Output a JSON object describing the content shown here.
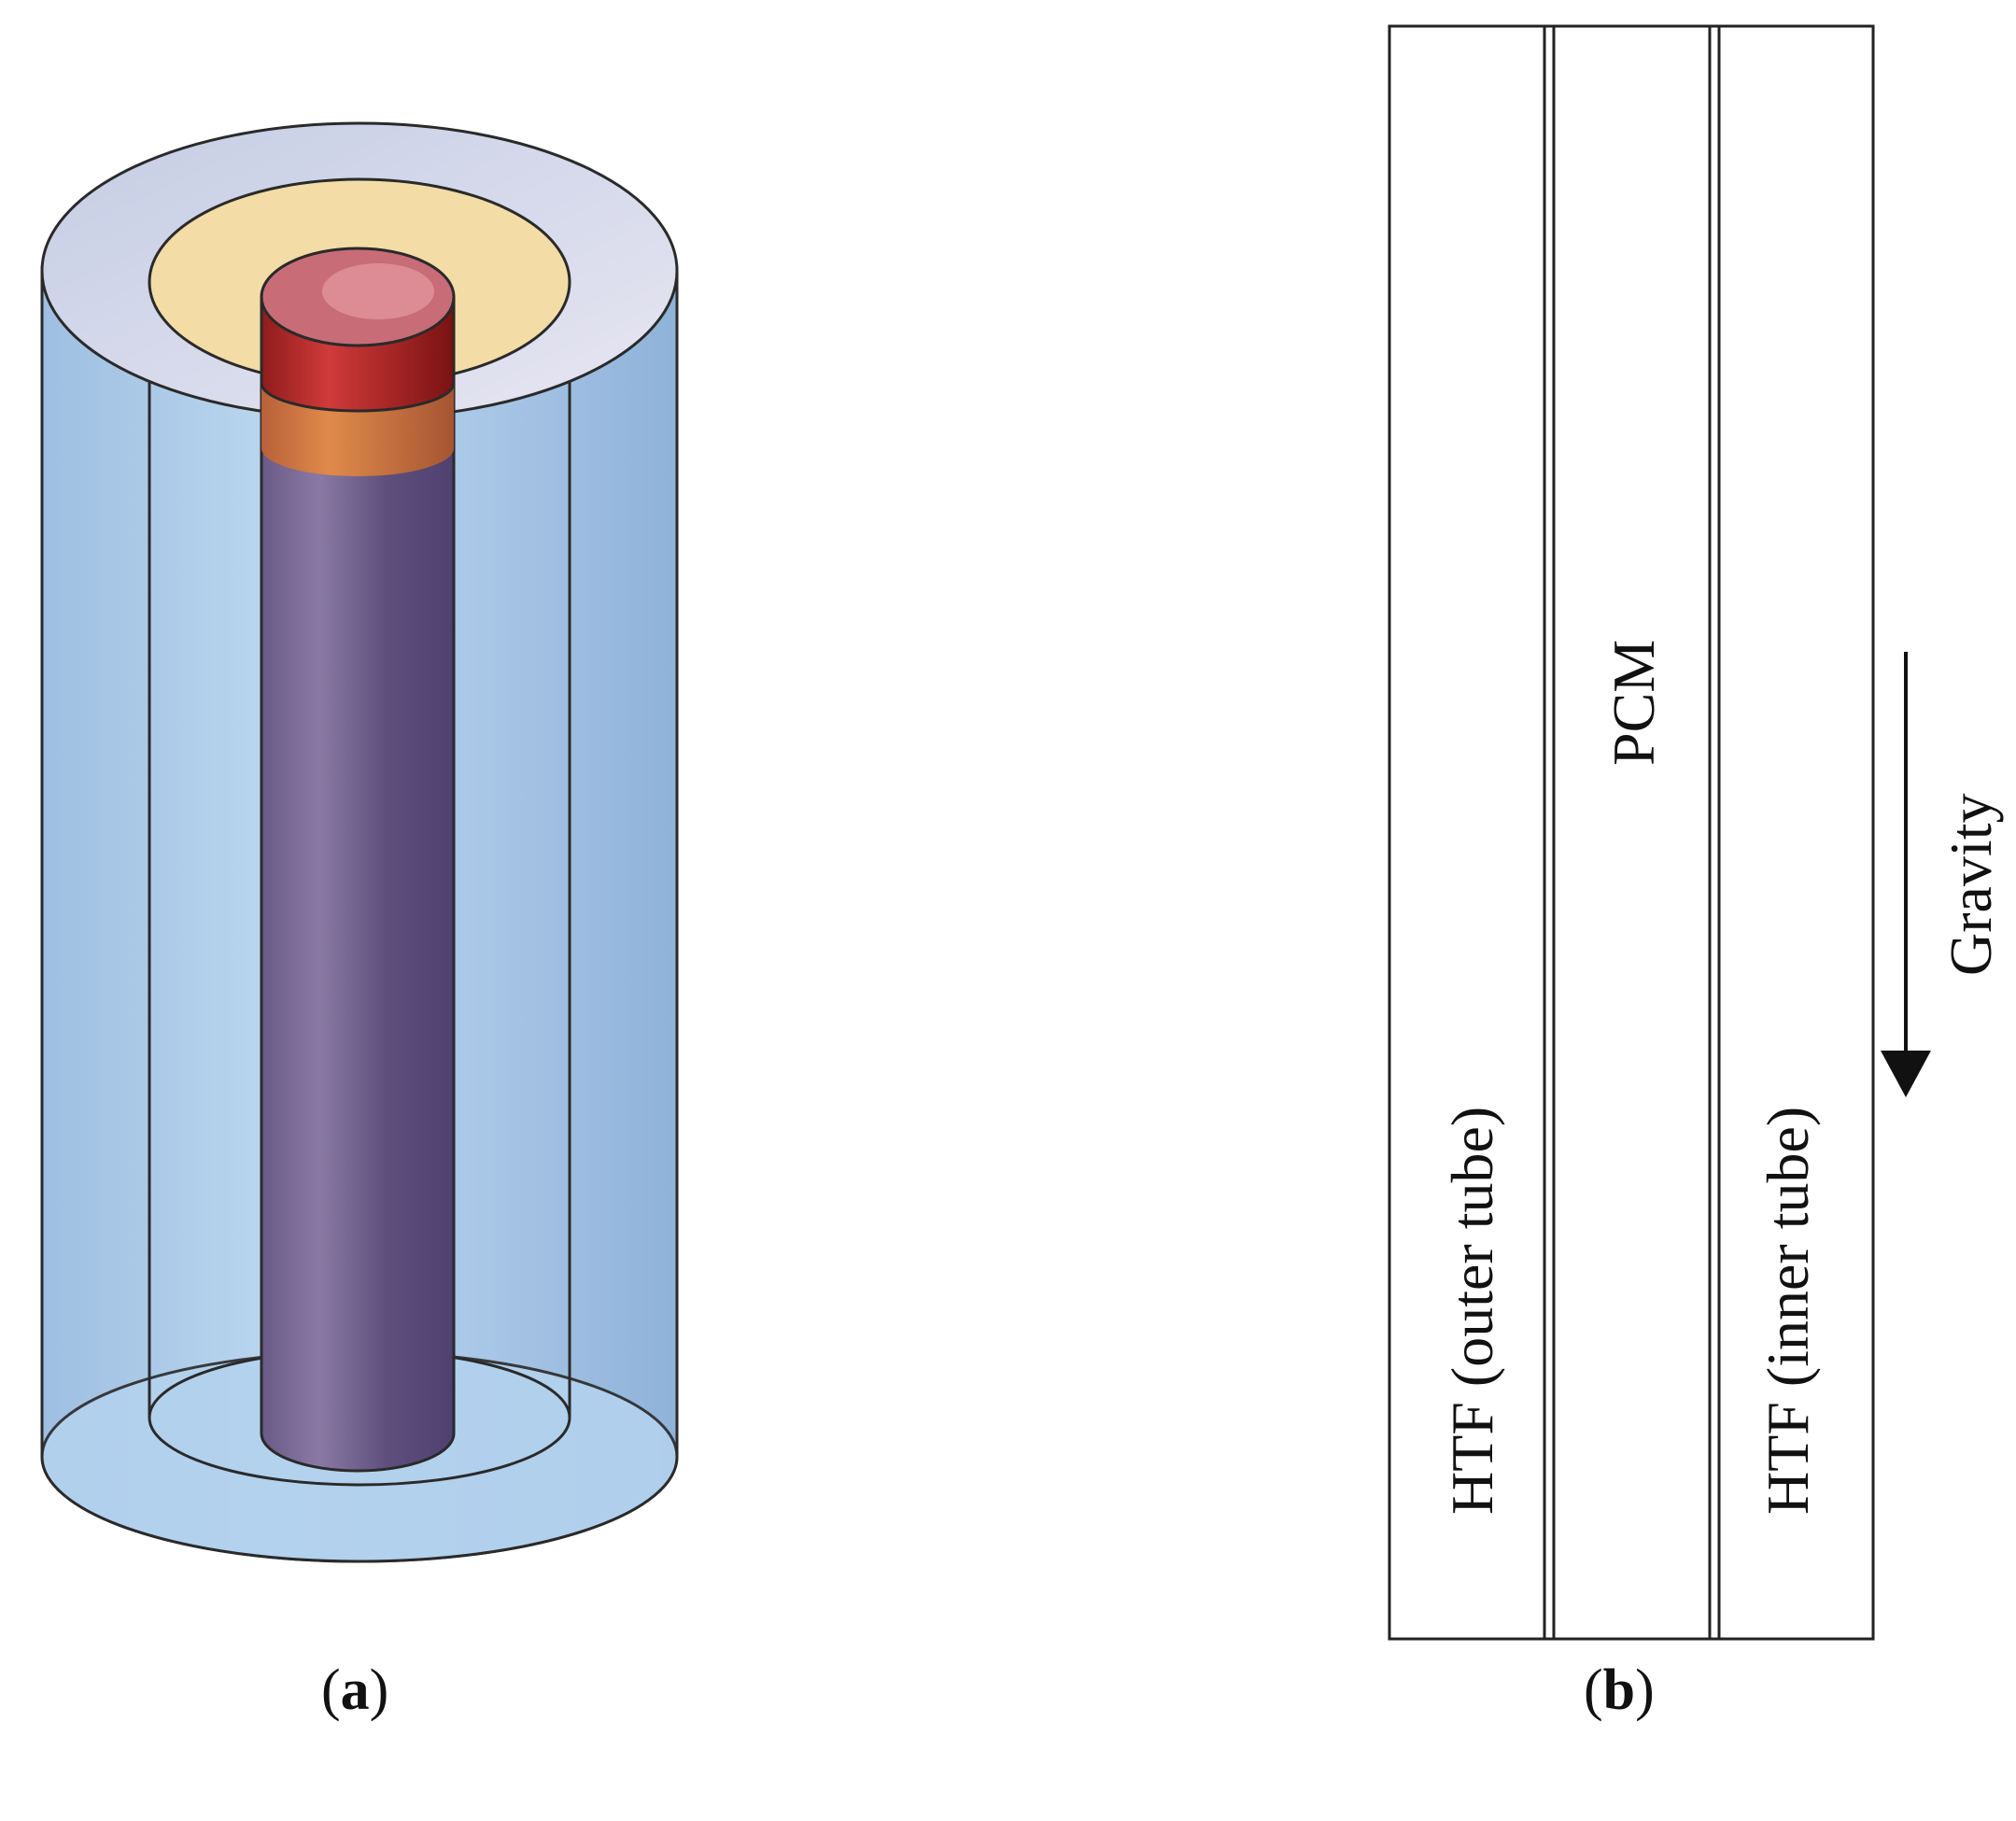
{
  "panel_a": {
    "label_open": "(",
    "label_letter": "a",
    "label_close": ")",
    "colors": {
      "outer_shell": "#a9c8e6",
      "middle_ring": "#f1d9a0",
      "inner_tube_top": "#b32b2b",
      "inner_tube_body": "#6c5a86",
      "outline": "#2a2a2a"
    }
  },
  "panel_b": {
    "label_open": "(",
    "label_letter": "b",
    "label_close": ")",
    "regions": {
      "outer": "HTF (outer tube)",
      "middle": "PCM",
      "inner": "HTF (inner tube)"
    },
    "gravity_label": "Gravity",
    "gravity_icon": "arrow-down-icon"
  }
}
